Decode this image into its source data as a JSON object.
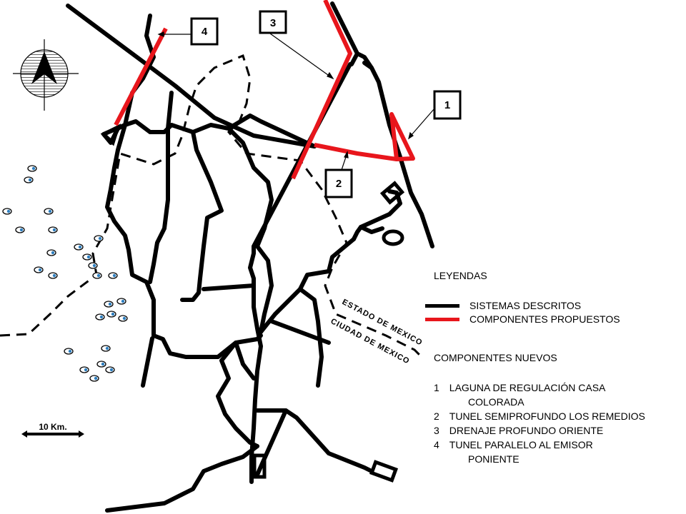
{
  "colors": {
    "existing_system": "#000000",
    "proposed_component": "#e8161c",
    "compass_fill": "#000000"
  },
  "callouts": [
    "1",
    "2",
    "3",
    "4"
  ],
  "boundary_labels": {
    "upper": "ESTADO DE MEXICO",
    "lower": "CIUDAD DE MEXICO"
  },
  "scale_bar": {
    "label": "10 Km."
  },
  "north_arrow": {
    "icon": "north-arrow-icon"
  },
  "legend": {
    "title": "LEYENDAS",
    "items": [
      {
        "label": "SISTEMAS DESCRITOS",
        "color": "#000000"
      },
      {
        "label": "COMPONENTES PROPUESTOS",
        "color": "#e8161c"
      }
    ],
    "components_title": "COMPONENTES NUEVOS",
    "components": [
      {
        "num": "1",
        "line1": "LAGUNA DE REGULACIÓN CASA",
        "line2": "COLORADA"
      },
      {
        "num": "2",
        "line1": "TUNEL SEMIPROFUNDO LOS REMEDIOS",
        "line2": ""
      },
      {
        "num": "3",
        "line1": "DRENAJE PROFUNDO ORIENTE",
        "line2": ""
      },
      {
        "num": "4",
        "line1": "TUNEL PARALELO AL EMISOR",
        "line2": "PONIENTE"
      }
    ]
  }
}
